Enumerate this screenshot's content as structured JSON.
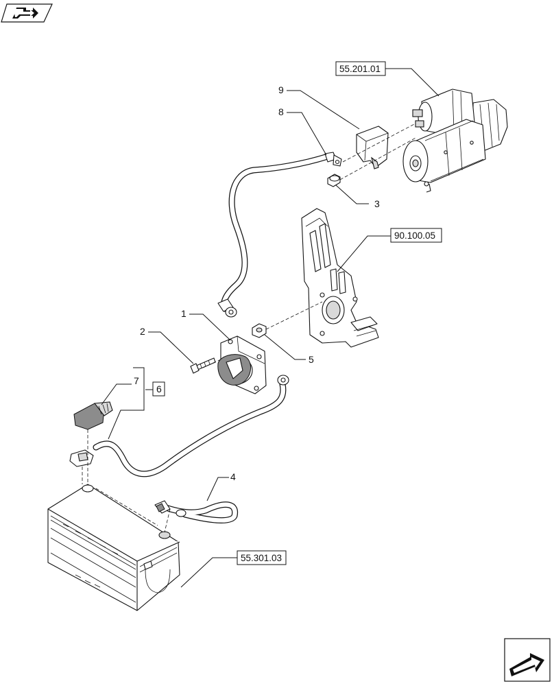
{
  "diagram": {
    "callouts": {
      "c1": "1",
      "c2": "2",
      "c3": "3",
      "c4": "4",
      "c5": "5",
      "c6": "6",
      "c7": "7",
      "c8": "8",
      "c9": "9"
    },
    "references": {
      "starter": "55.201.01",
      "bracket": "90.100.05",
      "battery": "55.301.03"
    }
  },
  "icons": {
    "top_left": "book-arrow-icon",
    "bottom_right": "next-page-arrow-icon"
  }
}
